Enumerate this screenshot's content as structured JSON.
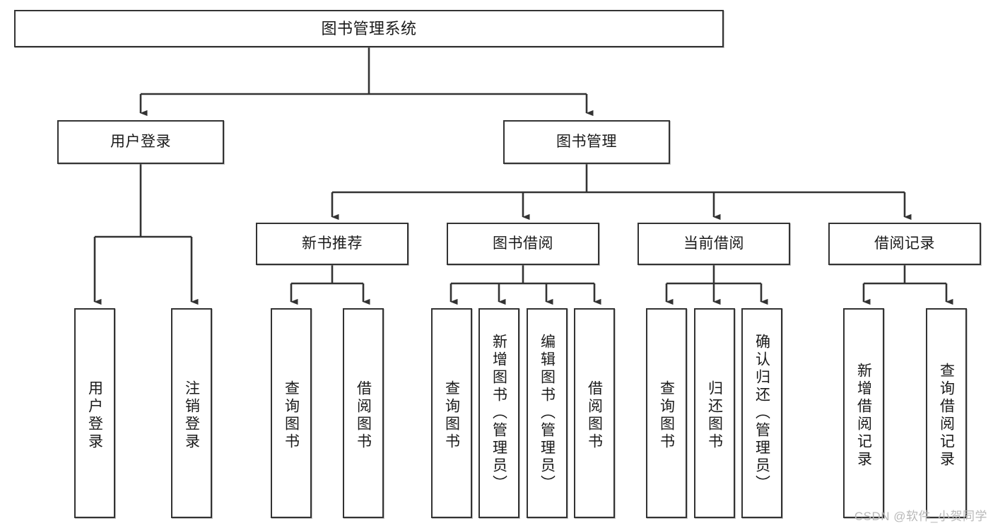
{
  "diagram": {
    "title": "图书管理系统",
    "type": "tree-hierarchy",
    "watermark": "CSDN @软件_小贺同学",
    "colors": {
      "node_border": "#333333",
      "node_fill": "#ffffff",
      "connector": "#333333",
      "text": "#1a1a1a",
      "watermark": "#b8b8b8"
    },
    "nodes": {
      "root": {
        "label": "图书管理系统"
      },
      "level2": [
        {
          "id": "user-login",
          "label": "用户登录"
        },
        {
          "id": "book-management",
          "label": "图书管理"
        }
      ],
      "level3": [
        {
          "id": "new-book-recommend",
          "label": "新书推荐"
        },
        {
          "id": "book-borrow",
          "label": "图书借阅"
        },
        {
          "id": "current-borrow",
          "label": "当前借阅"
        },
        {
          "id": "borrow-record",
          "label": "借阅记录"
        }
      ],
      "leaves": {
        "user_login": [
          {
            "id": "leaf-user-login",
            "label": "用户登录"
          },
          {
            "id": "leaf-logout-login",
            "label": "注销登录"
          }
        ],
        "new_book_recommend": [
          {
            "id": "leaf-query-book-1",
            "label": "查询图书"
          },
          {
            "id": "leaf-borrow-book-1",
            "label": "借阅图书"
          }
        ],
        "book_borrow": [
          {
            "id": "leaf-query-book-2",
            "label": "查询图书"
          },
          {
            "id": "leaf-add-book-admin",
            "label": "新增图书（管理员）"
          },
          {
            "id": "leaf-edit-book-admin",
            "label": "编辑图书（管理员）"
          },
          {
            "id": "leaf-borrow-book-2",
            "label": "借阅图书"
          }
        ],
        "current_borrow": [
          {
            "id": "leaf-query-book-3",
            "label": "查询图书"
          },
          {
            "id": "leaf-return-book",
            "label": "归还图书"
          },
          {
            "id": "leaf-confirm-return-admin",
            "label": "确认归还（管理员）"
          }
        ],
        "borrow_record": [
          {
            "id": "leaf-add-borrow-record",
            "label": "新增借阅记录"
          },
          {
            "id": "leaf-query-borrow-record",
            "label": "查询借阅记录"
          }
        ]
      }
    }
  }
}
